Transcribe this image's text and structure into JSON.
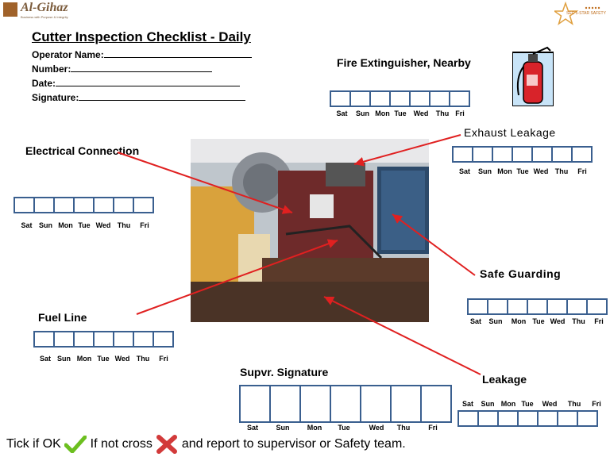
{
  "logo": {
    "name": "Al-Gihaz",
    "tagline": "Business with Purpose & Integrity"
  },
  "star_logo": {
    "text": "SEC 5-STAR SAFETY"
  },
  "title": "Cutter  Inspection  Checklist - Daily",
  "fields": {
    "operator_name": "Operator Name:",
    "number": "Number:",
    "date": "Date:",
    "signature": "Signature:"
  },
  "sections": {
    "fire_extinguisher": "Fire Extinguisher, Nearby",
    "exhaust_leakage": "Exhaust Leakage",
    "electrical_connection": "Electrical Connection",
    "safe_guarding": "Safe Guarding",
    "fuel_line": "Fuel Line",
    "supvr_signature": "Supvr. Signature",
    "leakage": "Leakage"
  },
  "days": [
    "Sat",
    "Sun",
    "Mon",
    "Tue",
    "Wed",
    "Thu",
    "Fri"
  ],
  "footer": {
    "part1": "Tick if OK",
    "part2": "If  not cross",
    "part3": "and report to supervisor or Safety team."
  },
  "colors": {
    "box_border": "#3a5f8f",
    "arrow": "#e02020",
    "tick": "#6cbf1f",
    "cross": "#d23a3a",
    "extinguisher": "#d8232a",
    "extinguisher_bg": "#c8e4f8"
  },
  "icons": [
    "fire-extinguisher-icon",
    "tick-icon",
    "cross-icon",
    "engine-photo"
  ]
}
